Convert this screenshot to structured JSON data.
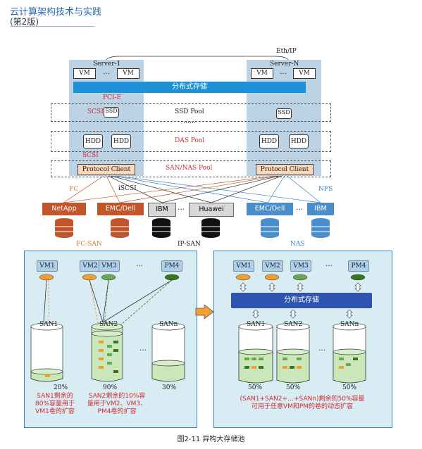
{
  "header": {
    "title": "云计算架构技术与实践",
    "subtitle": "(第2版)"
  },
  "top": {
    "eth_label": "Eth/IP",
    "server1": "Server-1",
    "serverN": "Server-N",
    "vm": "VM",
    "dots": "…",
    "dist_storage": "分布式存储",
    "pcie": "PCI-E",
    "scsi": "SCSI",
    "ssd_pool": "SSD Pool",
    "das_pool": "DAS Pool",
    "san_nas_pool": "SAN/NAS Pool",
    "ssd": "SSD",
    "hdd": "HDD",
    "protocol_client": "Protocol Client",
    "fc": "FC",
    "iscsi": "iSCSI",
    "nfs": "NFS",
    "storages": [
      "NetApp",
      "EMC/Dell",
      "IBM",
      "Huawei",
      "EMC/Dell",
      "IBM"
    ],
    "fc_san": "FC-SAN",
    "ip_san": "IP-SAN",
    "nas": "NAS"
  },
  "left_panel": {
    "vms": [
      "VM1",
      "VM2",
      "VM3",
      "PM4"
    ],
    "sans": [
      "SAN1",
      "SAN2",
      "SANn"
    ],
    "pcts": [
      "20%",
      "90%",
      "30%"
    ],
    "note1": [
      "SAN1剩余的",
      "80%容量用于",
      "VM1卷的扩容"
    ],
    "note2": [
      "SAN2剩余的10%容",
      "量用于VM2、VM3、",
      "PM4卷的扩容"
    ]
  },
  "right_panel": {
    "vms": [
      "VM1",
      "VM2",
      "VM3",
      "PM4"
    ],
    "dist_storage": "分布式存储",
    "sans": [
      "SAN1",
      "SAN2",
      "SANn"
    ],
    "pcts": [
      "50%",
      "50%",
      "50%"
    ],
    "note": [
      "(SAN1+SAN2+…+SANn)剩余的50%容量",
      "可用于任意VM和PM的卷的动态扩容"
    ]
  },
  "caption": "图2-11    异构大存储池",
  "colors": {
    "accent": "#1e91d6",
    "red": "#d4292f",
    "orange": "#c2552a",
    "blue": "#4a8fcb"
  }
}
